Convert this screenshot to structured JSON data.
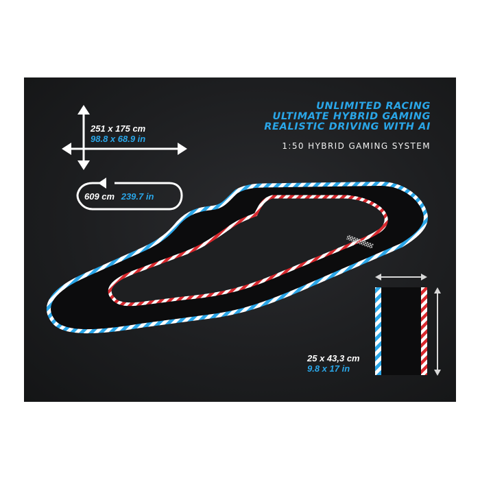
{
  "headline": {
    "line1": "UNLIMITED RACING",
    "line2": "ULTIMATE HYBRID GAMING",
    "line3": "REALISTIC DRIVING WITH AI"
  },
  "subtitle": "1:50 HYBRID GAMING SYSTEM",
  "track_dimensions": {
    "metric": "251 x 175 cm",
    "imperial": "98.8 x 68.9 in"
  },
  "track_length": {
    "metric": "609 cm",
    "imperial": "239.7 in"
  },
  "piece_dimensions": {
    "metric": "25 x 43,3 cm",
    "imperial": "9.8 x 17 in"
  },
  "colors": {
    "background": "#1d1e20",
    "accent_blue": "#2aa6e8",
    "curb_red": "#d8282d",
    "track_surface": "#0c0c0d",
    "text_white": "#ffffff"
  }
}
